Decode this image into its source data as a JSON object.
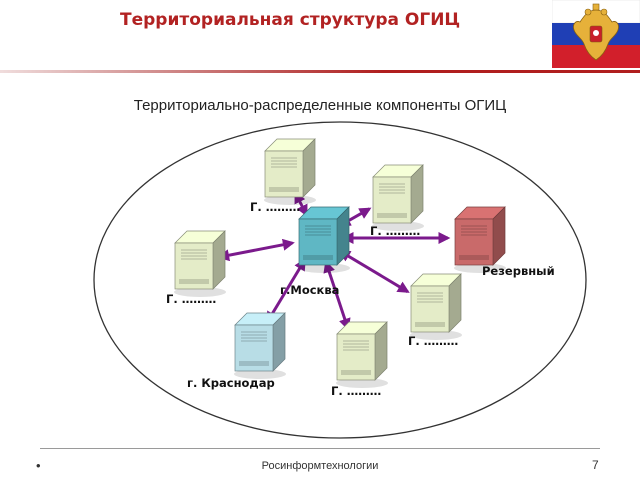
{
  "header": {
    "title": "Территориальная структура ОГИЦ"
  },
  "subtitle": "Территориально-распределенные компоненты ОГИЦ",
  "diagram": {
    "center": {
      "label": "г.Москва",
      "color": "#5fb7c4"
    },
    "nodes": [
      {
        "label": "Г. ………",
        "color": "#e4ecc8"
      },
      {
        "label": "Г. ………",
        "color": "#e4ecc8"
      },
      {
        "label": "Резервный",
        "color": "#c96a6a"
      },
      {
        "label": "Г. ………",
        "color": "#e4ecc8"
      },
      {
        "label": "Г. ………",
        "color": "#e4ecc8"
      },
      {
        "label": "г. Краснодар",
        "color": "#b8dde6"
      },
      {
        "label": "Г. ………",
        "color": "#e4ecc8"
      }
    ],
    "arrow_color": "#7b1a8c"
  },
  "footer": {
    "bullet": "•",
    "org": "Росинформтехнологии",
    "page": "7"
  }
}
